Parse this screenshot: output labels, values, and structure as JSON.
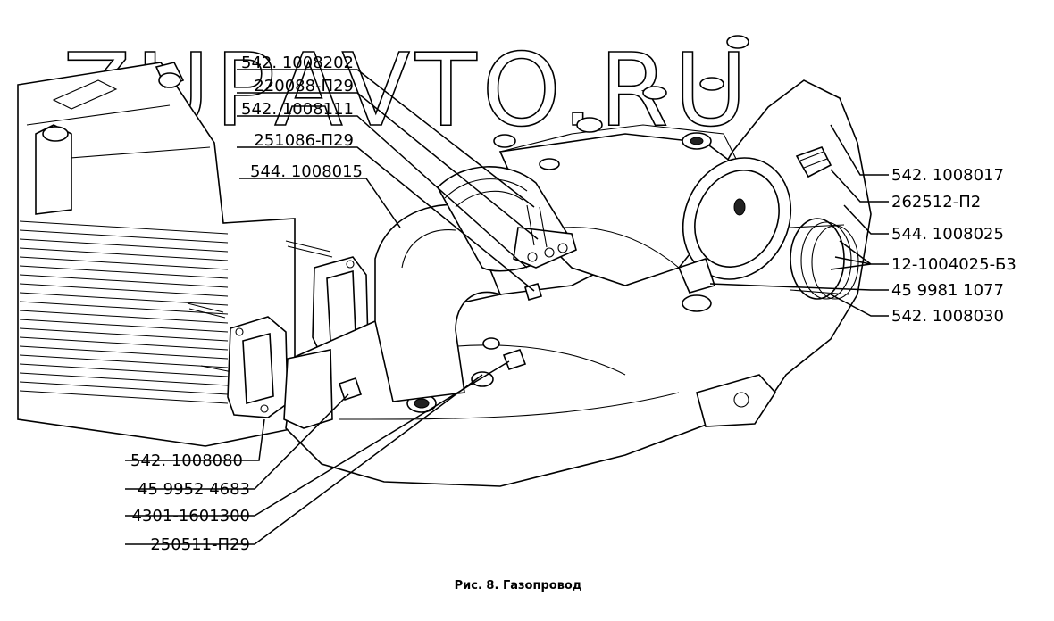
{
  "watermark": "ZUPAVTO.RU",
  "caption": "Рис. 8. Газопровод",
  "labels_left_top": [
    "542. 1008202",
    "220088-П29",
    "542. 1008111",
    "251086-П29",
    "544. 1008015"
  ],
  "labels_right": [
    "542. 1008017",
    "262512-П2",
    "544. 1008025",
    "12-1004025-Б3",
    "45 9981 1077",
    "542. 1008030"
  ],
  "labels_left_bottom": [
    "542. 1008080",
    "45 9952 4683",
    "4301-1601300",
    "250511-П29"
  ]
}
